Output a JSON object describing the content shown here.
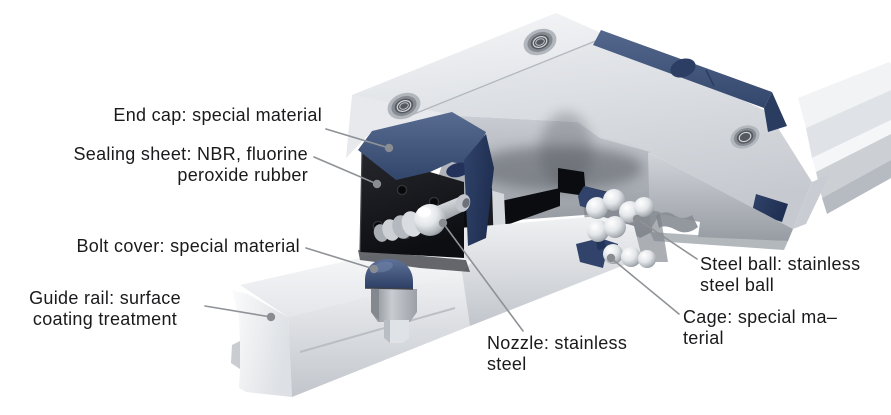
{
  "diagram": {
    "background": "#ffffff",
    "colors": {
      "component_blue": "#46597e",
      "component_blue_dark": "#2a3c60",
      "seal_black": "#17181c",
      "metal_light": "#eef0f3",
      "metal_mid": "#b9bdc3",
      "cut_face_gray": "#a7abb1",
      "chrome_highlight": "#ffffff",
      "leader_line": "#8f9296",
      "text": "#1a1a1c"
    },
    "parts": [
      "end-cap",
      "sealing-sheet",
      "bolt-cover",
      "guide-rail",
      "nozzle",
      "cage",
      "steel-ball",
      "carriage-block"
    ]
  },
  "labels": {
    "end_cap": {
      "text": "End cap: special material"
    },
    "sealing_sheet": {
      "text": "Sealing sheet: NBR, fluorine\nperoxide rubber"
    },
    "bolt_cover": {
      "text": "Bolt cover: special material"
    },
    "guide_rail": {
      "text": "Guide rail: surface\ncoating treatment"
    },
    "nozzle": {
      "text": "Nozzle: stainless\nsteel"
    },
    "cage": {
      "text": "Cage: special ma–\nterial"
    },
    "steel_ball": {
      "text": "Steel ball: stainless\nsteel ball"
    }
  }
}
